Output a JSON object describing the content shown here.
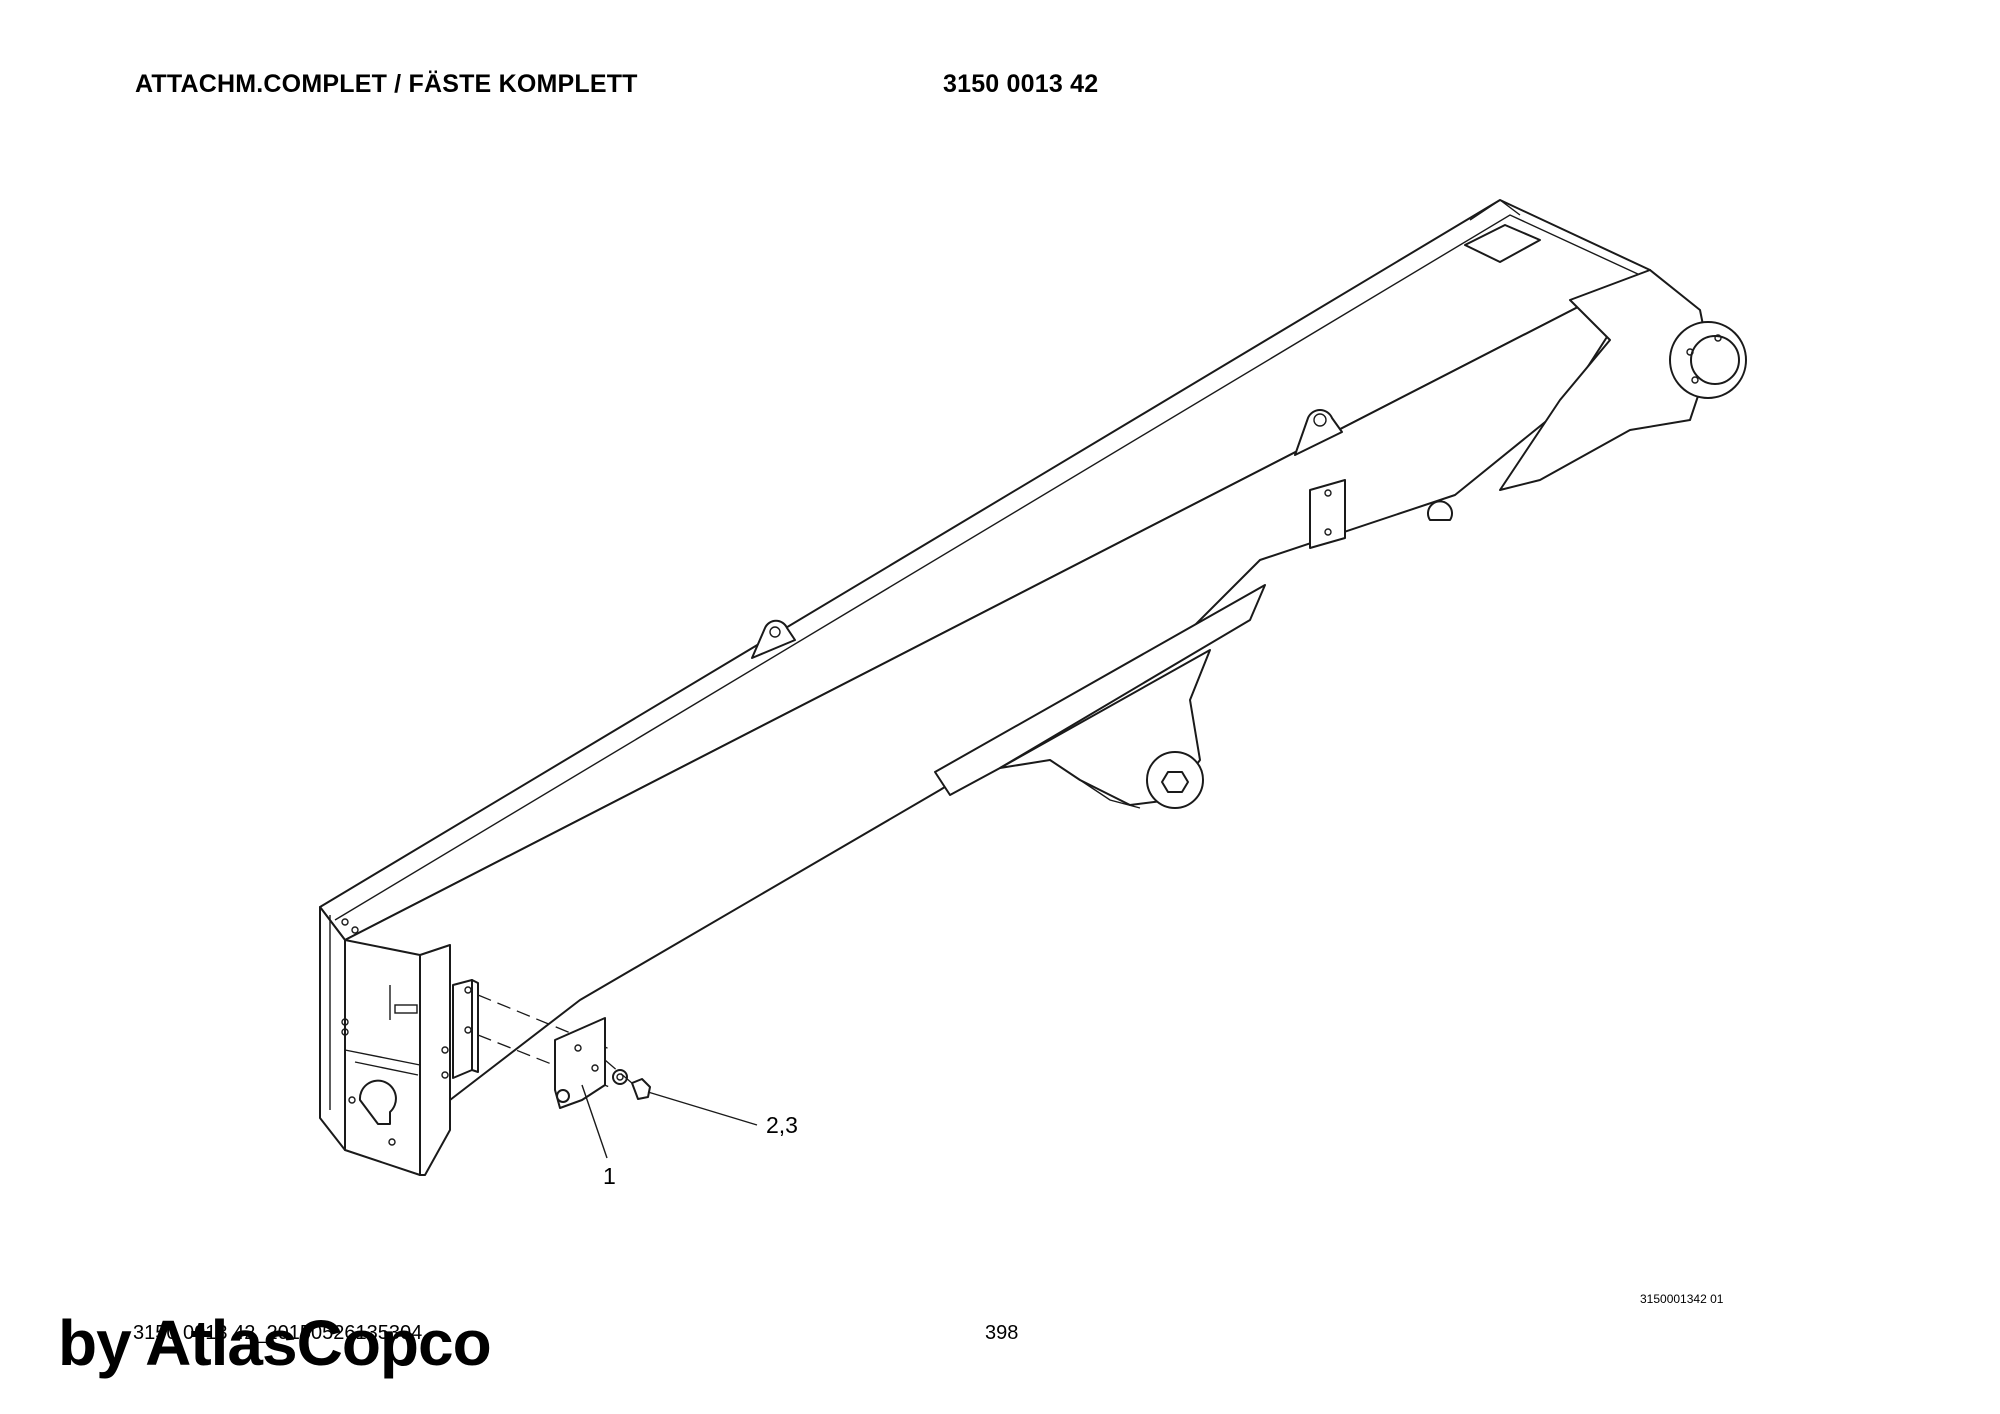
{
  "header": {
    "title": "ATTACHM.COMPLET / FÄSTE KOMPLETT",
    "part_number": "3150 0013 42"
  },
  "callouts": {
    "item_1": "1",
    "item_2_3": "2,3"
  },
  "footer": {
    "document_ref": "3150 0013 42_20150526135304",
    "page_number": "398",
    "drawing_ref": "3150001342 01"
  },
  "watermark": "by AtlasCopco"
}
